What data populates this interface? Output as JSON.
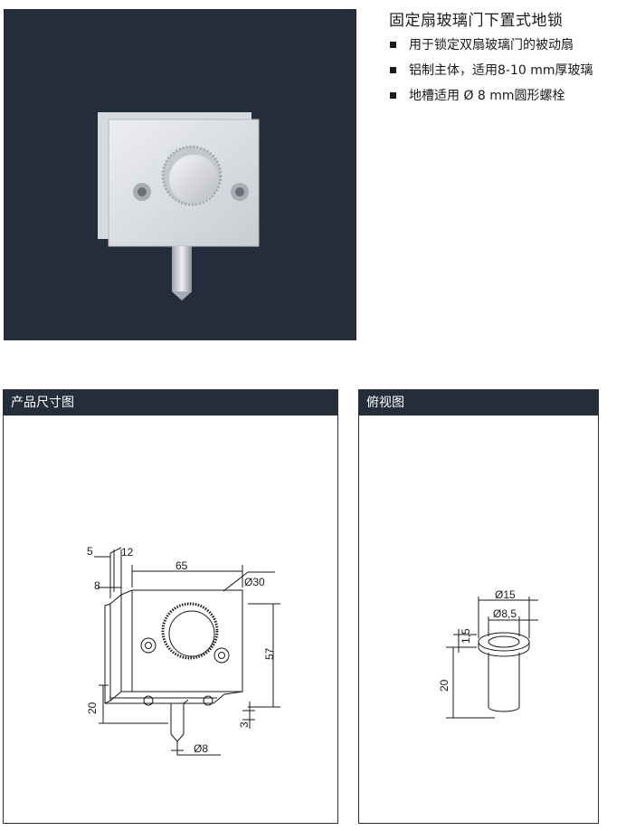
{
  "product": {
    "title": "固定扇玻璃门下置式地锁",
    "features": [
      "用于锁定双扇玻璃门的被动扇",
      "铝制主体，适用8-10 mm厚玻璃",
      "地槽适用  Ø 8 mm圆形螺栓"
    ]
  },
  "panels": {
    "dimensions": {
      "header": "产品尺寸图",
      "labels": {
        "d5": "5",
        "d12": "12",
        "d8": "8",
        "d65": "65",
        "d30": "Ø30",
        "d57": "57",
        "d20": "20",
        "d3": "3",
        "d8pin": "Ø8"
      }
    },
    "topview": {
      "header": "俯视图",
      "labels": {
        "d15": "Ø15",
        "d85": "Ø8,5",
        "d15h": "1,5",
        "d20": "20"
      }
    }
  },
  "colors": {
    "dark_bg": "#242d3a",
    "text": "#1a1a1a"
  }
}
